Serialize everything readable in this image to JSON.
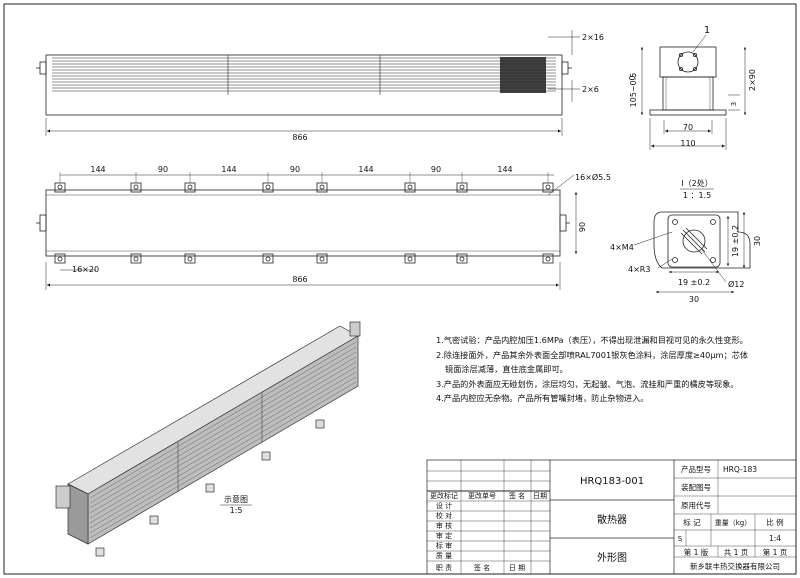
{
  "drawing": {
    "top_view": {
      "overall_length": "866",
      "fin_pitch": "2×16",
      "fin_gap": "2×6"
    },
    "side_view": {
      "width_dim": "70",
      "base_width": "110",
      "height_dim_a": "0",
      "height_dim_b": "105−0.5",
      "right_dim": "2×90",
      "small_dim": "3",
      "detail_callout": "1"
    },
    "front_view": {
      "spacings": [
        "144",
        "90",
        "144",
        "90",
        "144",
        "90",
        "144"
      ],
      "holes": "16×Ø5.5",
      "depth": "90",
      "flange_dim": "16×20",
      "overall_length": "866"
    },
    "detail": {
      "title": "I（2处）",
      "scale": "1 ：1.5",
      "thread": "4×M4",
      "radius": "4×R3",
      "dim_19_h": "19 ±0.2",
      "dim_19_v": "19 ±0.2",
      "dim_30_h": "30",
      "dim_30_v": "30",
      "bore": "Ø12"
    },
    "iso_view": {
      "label": "示意图",
      "scale": "1:5"
    }
  },
  "notes": [
    "1.气密试验：产品内腔加压1.6MPa（表压），不得出现泄漏和目视可见的永久性变形。",
    "2.除连接面外，产品其余外表面全部喷RAL7001银灰色涂料，涂层厚度≥40μm；芯体",
    "镜面涂层减薄，直住底金属即可。",
    "3.产品的外表面应无碰划伤，涂层均匀，无起皱、气泡、流挂和严重的橘皮等现象。",
    "4.产品内腔应无杂物。产品所有管嘴封堵，防止杂物进入。"
  ],
  "title_block": {
    "drawing_no": "HRQ183-001",
    "name": "散热器",
    "view_type": "外形图",
    "product_model_label": "产品型号",
    "product_model_value": "HRQ-183",
    "assembly_label": "装配图号",
    "original_code_label": "原用代号",
    "mark_label": "标 记",
    "weight_label": "重量（kg）",
    "scale_label": "比 例",
    "mark_value": "S",
    "scale_value": "1:4",
    "edition": "第 1 版",
    "total_pages": "共 1 页",
    "page": "第 1 页",
    "company": "新乡联丰热交换器有限公司",
    "rev_headers": [
      "更改标记",
      "更改单号",
      "签 名",
      "日期"
    ],
    "roles": [
      "设 计",
      "校 对",
      "审 核",
      "审 定",
      "标 审",
      "质 量"
    ],
    "sign_row": [
      "职 责",
      "签 名",
      "日 期"
    ]
  }
}
